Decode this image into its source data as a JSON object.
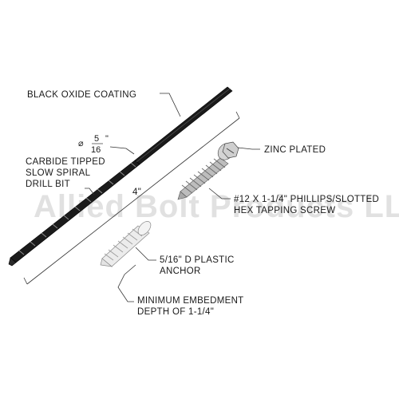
{
  "watermark": "Allied Bolt Products LLC",
  "labels": {
    "coating": "BLACK OXIDE COATING",
    "dia_symbol": "⌀",
    "dia_num": "5",
    "dia_den": "16",
    "dia_inch": "\"",
    "bit_line1": "CARBIDE TIPPED",
    "bit_line2": "SLOW SPIRAL",
    "bit_line3": "DRILL BIT",
    "length": "4\"",
    "zinc": "ZINC PLATED",
    "screw_line1": "#12 X 1-1/4\" PHILLIPS/SLOTTED",
    "screw_line2": "HEX TAPPING SCREW",
    "anchor_line1": "5/16\" D PLASTIC",
    "anchor_line2": "ANCHOR",
    "embed_line1": "MINIMUM EMBEDMENT",
    "embed_line2": "DEPTH OF 1-1/4\""
  },
  "colors": {
    "drill": "#1b1b1b",
    "screw": "#b9b9b9",
    "anchor": "#e6e6e6"
  }
}
